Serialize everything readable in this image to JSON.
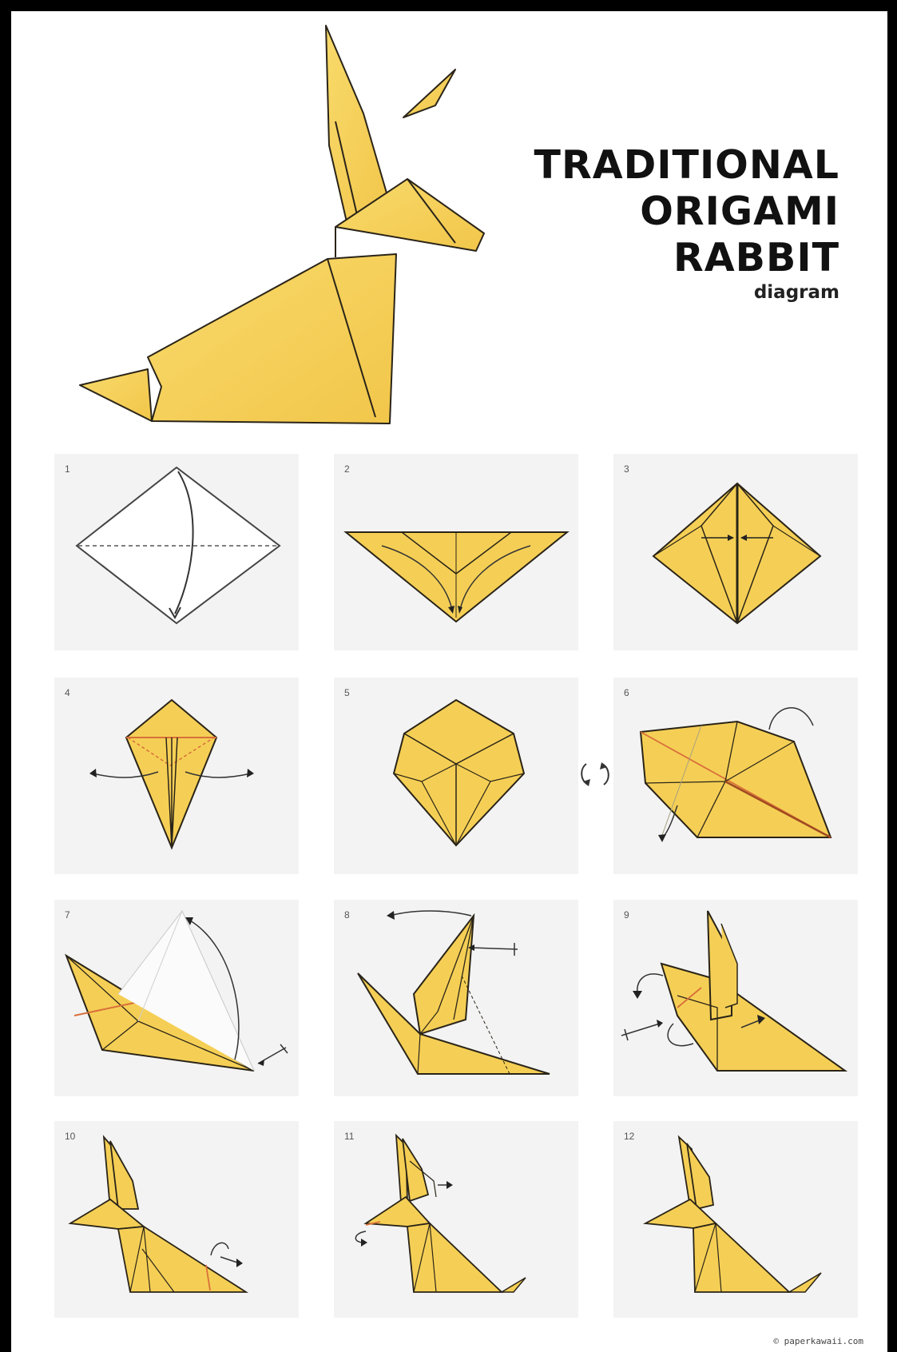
{
  "title": {
    "lines": [
      "TRADITIONAL",
      "ORIGAMI",
      "RABBIT"
    ],
    "subtitle": "diagram"
  },
  "steps": [
    {
      "number": "1"
    },
    {
      "number": "2"
    },
    {
      "number": "3"
    },
    {
      "number": "4"
    },
    {
      "number": "5"
    },
    {
      "number": "6"
    },
    {
      "number": "7"
    },
    {
      "number": "8"
    },
    {
      "number": "9"
    },
    {
      "number": "10"
    },
    {
      "number": "11"
    },
    {
      "number": "12"
    }
  ],
  "credit": "© paperkawaii.com",
  "colors": {
    "paper": "#f5cf55",
    "paper_light": "#f9de7a",
    "crease": "#d8703a",
    "outline": "#2a2418",
    "panel": "#f3f3f3"
  }
}
